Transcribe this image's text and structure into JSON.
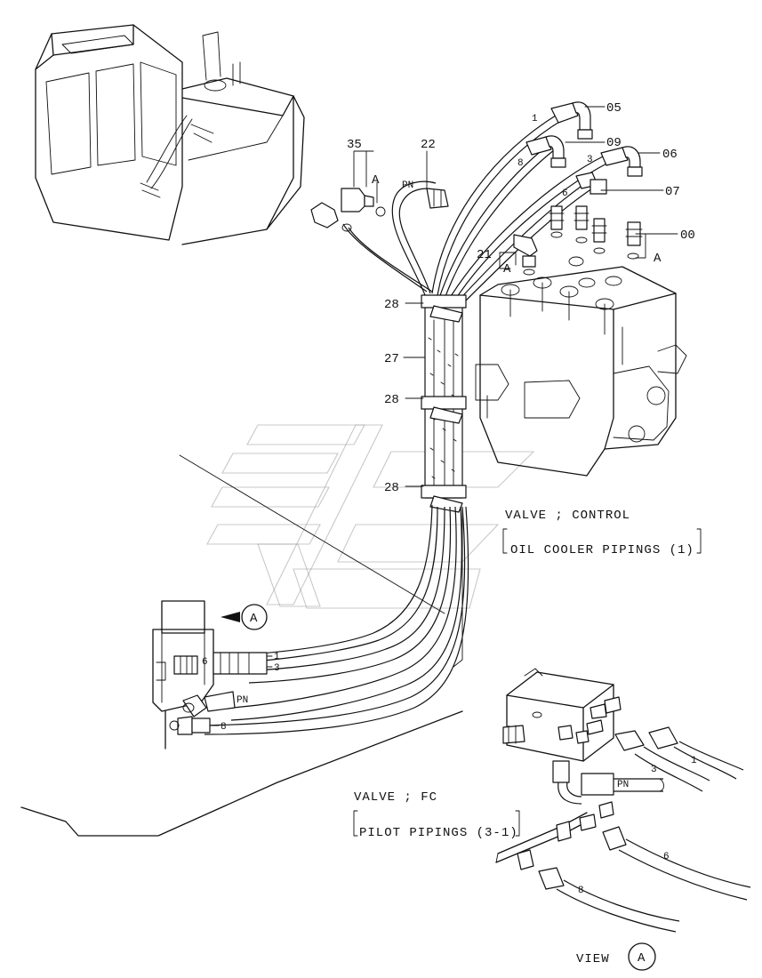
{
  "part_numbers": {
    "p05": "05",
    "p09": "09",
    "p06": "06",
    "p07": "07",
    "p00": "00",
    "p35": "35",
    "p22": "22",
    "p21": "21",
    "p28a": "28",
    "p27": "27",
    "p28b": "28",
    "p28c": "28"
  },
  "view_markers": {
    "a1": "A",
    "a2": "A",
    "a3": "A",
    "view_arrow": "A"
  },
  "hose_tags": {
    "t1": "1",
    "t8": "8",
    "t3": "3",
    "t6": "6",
    "pn_top": "PN",
    "pn_left": "PN",
    "pn_right": "PN",
    "left_1": "1",
    "left_3": "3",
    "left_6": "6",
    "left_8": "8",
    "right_3": "3",
    "right_1": "1",
    "right_6": "6",
    "right_8": "8"
  },
  "references": {
    "ref1_title": "VALVE ; CONTROL",
    "ref1_sub": "OIL  COOLER  PIPINGS (1)",
    "ref2_title": "VALVE ; FC",
    "ref2_sub": "PILOT  PIPINGS (3-1)"
  },
  "view_label": {
    "text": "VIEW",
    "letter": "A"
  }
}
